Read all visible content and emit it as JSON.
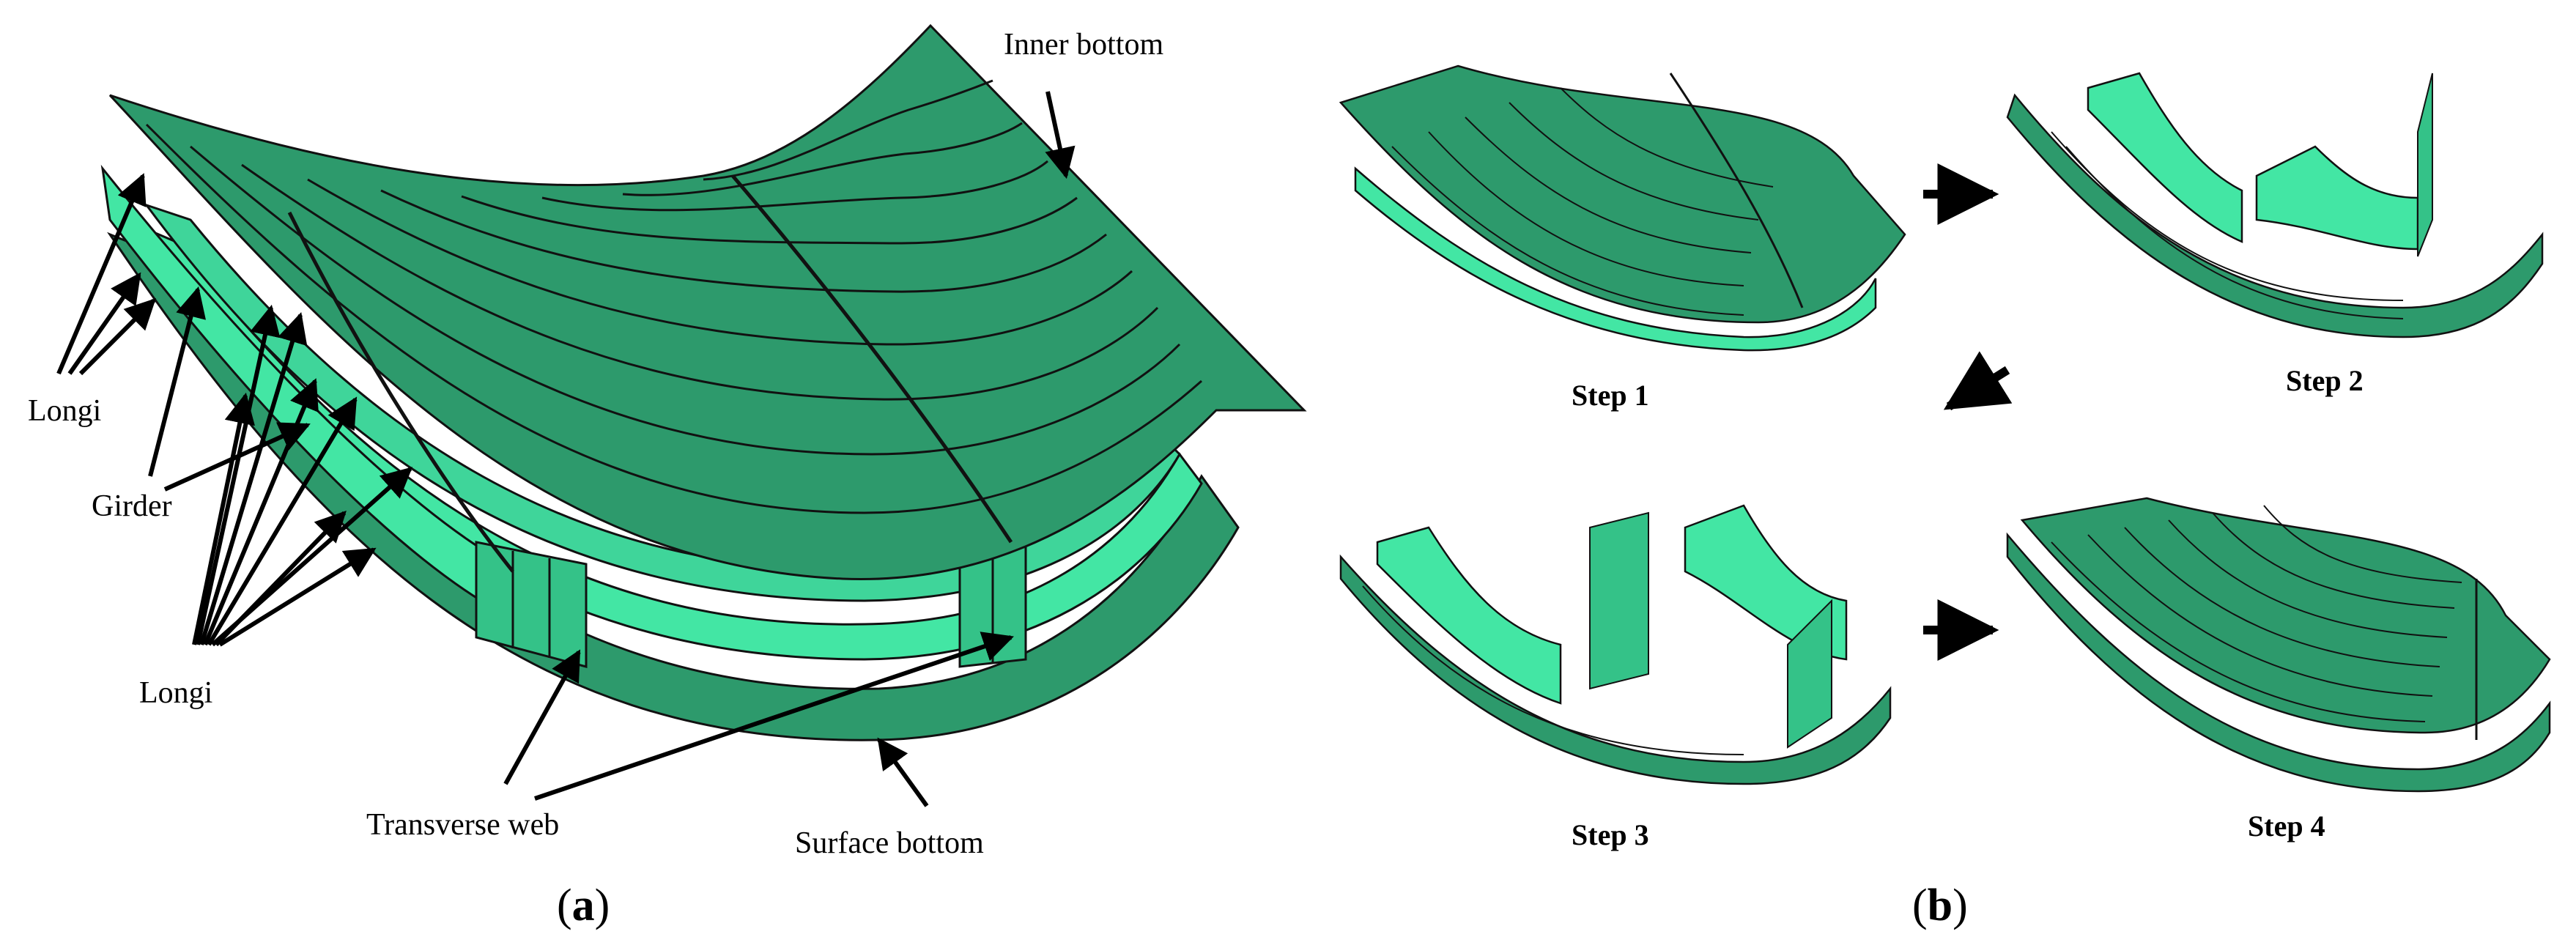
{
  "colors": {
    "plate_dark": "#2d9a6c",
    "plate_mid": "#34c288",
    "plate_light": "#43e6a4",
    "stroke": "#111111",
    "arrow": "#000000"
  },
  "panel_a": {
    "caption_open": "(",
    "caption_letter": "a",
    "caption_close": ")",
    "labels": {
      "inner_bottom": "Inner bottom",
      "longi_top": "Longi",
      "girder": "Girder",
      "longi_bottom": "Longi",
      "transverse_web": "Transverse web",
      "surface_bottom": "Surface bottom"
    }
  },
  "panel_b": {
    "caption_open": "(",
    "caption_letter": "b",
    "caption_close": ")",
    "steps": [
      "Step 1",
      "Step 2",
      "Step 3",
      "Step 4"
    ]
  }
}
